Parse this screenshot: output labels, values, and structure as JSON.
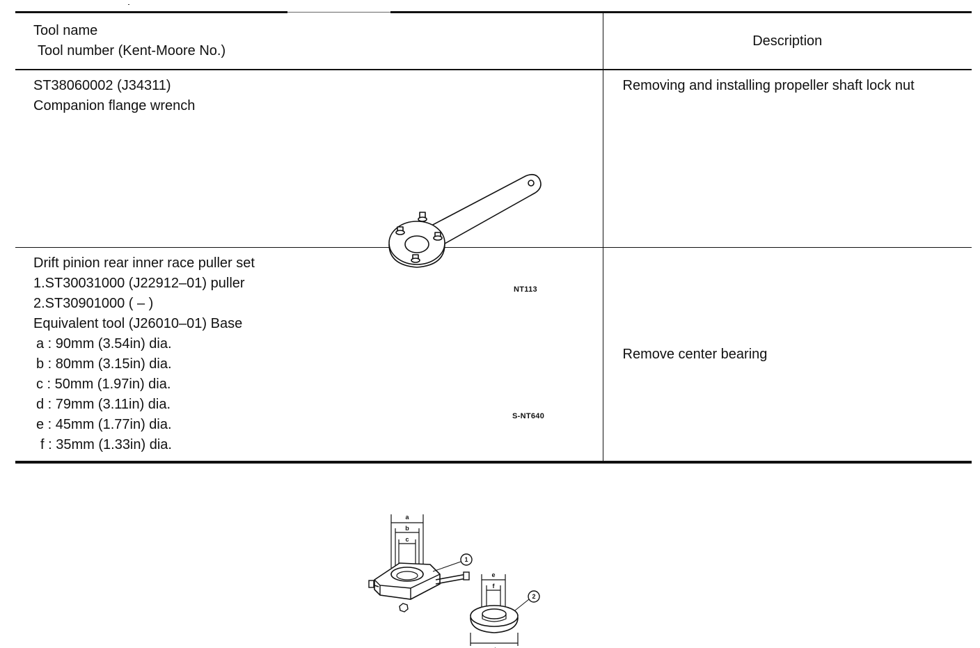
{
  "header": {
    "tool_name": "Tool name",
    "tool_number": "Tool number (Kent-Moore No.)",
    "description": "Description"
  },
  "rows": [
    {
      "lines": [
        "ST38060002 (J34311)",
        "Companion flange wrench"
      ],
      "description": "Removing and installing propeller shaft lock nut",
      "figure_code": "NT113",
      "figure_icon": "companion-flange-wrench-icon"
    },
    {
      "lines": [
        "Drift pinion rear inner race puller set",
        "1.ST30031000 (J22912–01) puller",
        "2.ST30901000 ( – )",
        "Equivalent tool (J26010–01) Base",
        "a : 90mm (3.54in) dia.",
        "b : 80mm (3.15in) dia.",
        "c : 50mm (1.97in) dia.",
        "d : 79mm (3.11in) dia.",
        "e : 45mm (1.77in) dia.",
        "f : 35mm (1.33in) dia."
      ],
      "description": "Remove center bearing",
      "figure_code": "S-NT640",
      "figure_icon": "puller-set-icon",
      "callouts": [
        "a",
        "b",
        "c",
        "d",
        "e",
        "f",
        "1",
        "2"
      ]
    }
  ]
}
